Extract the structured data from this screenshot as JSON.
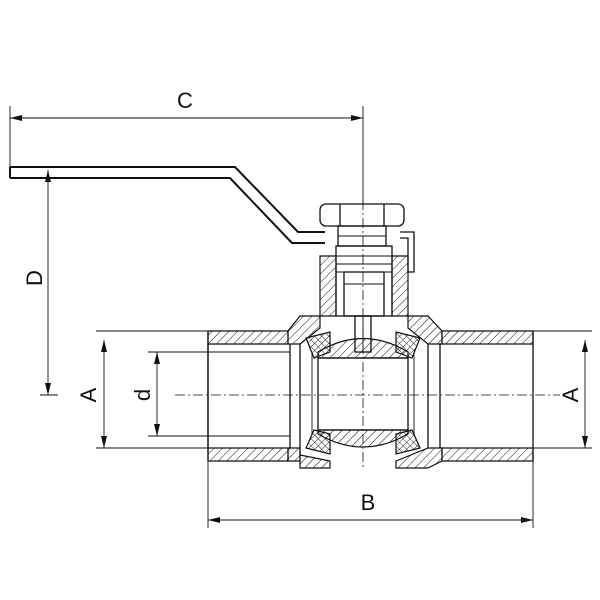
{
  "labels": {
    "C": "C",
    "D": "D",
    "A_left": "A",
    "d": "d",
    "A_right": "A",
    "B": "B"
  }
}
